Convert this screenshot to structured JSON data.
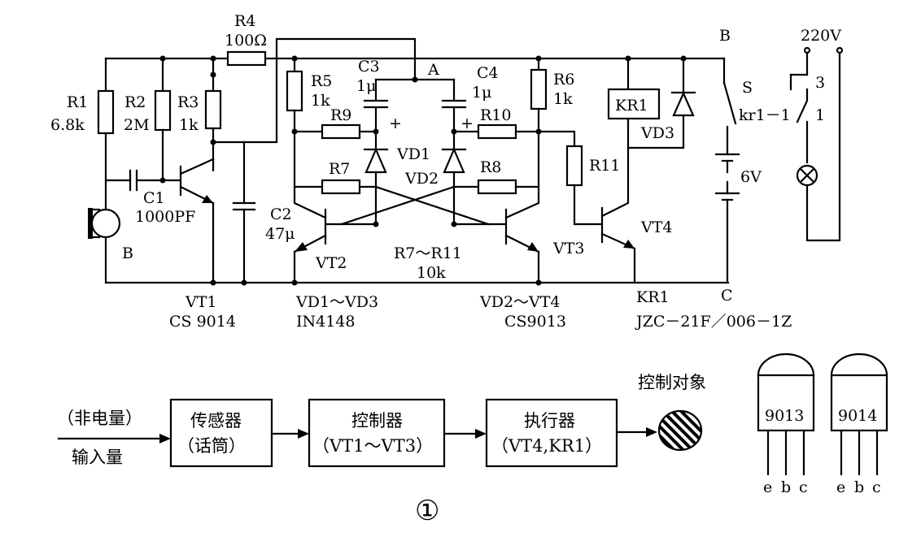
{
  "labels": {
    "R1": "R1",
    "R1v": "6.8k",
    "R2": "R2",
    "R2v": "2M",
    "R3": "R3",
    "R3v": "1k",
    "R4": "R4",
    "R4v": "100Ω",
    "R5": "R5",
    "R5v": "1k",
    "R6": "R6",
    "R6v": "1k",
    "R7": "R7",
    "R8": "R8",
    "R9": "R9",
    "R10": "R10",
    "R11": "R11",
    "R7R11": "R7～R11",
    "R7R11v": "10k",
    "C1": "C1",
    "C1v": "1000PF",
    "C2": "C2",
    "C2v": "47μ",
    "C3": "C3",
    "C3v": "1μ",
    "C4": "C4",
    "C4v": "1μ",
    "A": "A",
    "B_mic": "B",
    "B_top": "B",
    "C_node": "C",
    "VD1": "VD1",
    "VD2": "VD2",
    "VD3": "VD3",
    "VT1": "VT1",
    "VT2": "VT2",
    "VT3": "VT3",
    "VT4": "VT4",
    "KR1": "KR1",
    "kr1": "kr1－1",
    "S": "S",
    "bat": "6V",
    "mains": "220V",
    "c3": "3",
    "c1": "1",
    "plus": "+",
    "VT1part": "VT1",
    "VT1type": "CS 9014",
    "VDpart": "VD1～VD3",
    "VDtype": "IN4148",
    "VTpart": "VD2～VT4",
    "VTtype": "CS9013",
    "KRpart": "KR1",
    "KRtype": "JZC－21F／006－1Z"
  },
  "block": {
    "input1": "（非电量）",
    "input2": "输入量",
    "sensor1": "传感器",
    "sensor2": "（话筒）",
    "ctrl1": "控制器",
    "ctrl2": "（VT1～VT3）",
    "exec1": "执行器",
    "exec2": "（VT4,KR1）",
    "object": "控制对象"
  },
  "packages": [
    {
      "name": "9013",
      "pins": [
        "e",
        "b",
        "c"
      ]
    },
    {
      "name": "9014",
      "pins": [
        "e",
        "b",
        "c"
      ]
    }
  ],
  "figure": "①"
}
